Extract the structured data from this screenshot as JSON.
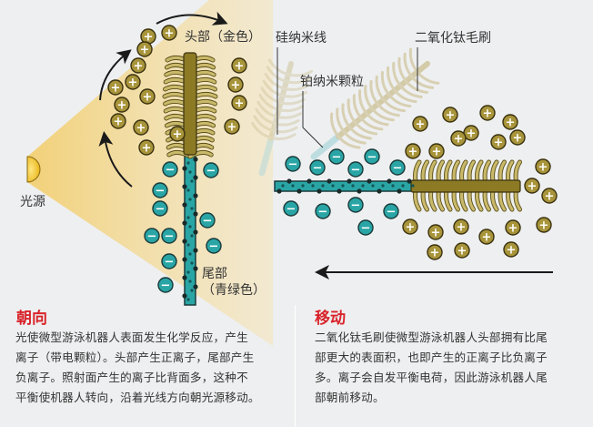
{
  "colors": {
    "background": "#eeeff0",
    "light_beam": "#f3d999",
    "light_source": "#f0c020",
    "gold": "#a8943a",
    "gold_light": "#c9b96a",
    "teal": "#2aa5a5",
    "heading_red": "#d8232a",
    "arrow": "#1a1a1a"
  },
  "labels": {
    "light_source": "光源",
    "head": "头部（金色）",
    "tail_line1": "尾部",
    "tail_line2": "（青绿色）",
    "silicon_nanowire": "硅纳米线",
    "titania_brush": "二氧化钛毛刷",
    "platinum_nanoparticles": "铂纳米颗粒"
  },
  "ions": {
    "positive_symbol": "+",
    "negative_symbol": "−"
  },
  "panels": [
    {
      "title": "朝向",
      "lines": [
        "光使微型游泳机器人表面发生化学反应，产生",
        "离子（带电颗粒）。头部产生正离子，尾部产生",
        "负离子。照射面产生的离子比背面多，这种不",
        "平衡使机器人转向，沿着光线方向朝光源移动。"
      ]
    },
    {
      "title": "移动",
      "lines": [
        "二氧化钛毛刷使微型游泳机器人头部拥有比尾",
        "部更大的表面积，也即产生的正离子比负离子",
        "多。离子会自发平衡电荷，因此游泳机器人尾",
        "部朝前移动。"
      ]
    }
  ]
}
